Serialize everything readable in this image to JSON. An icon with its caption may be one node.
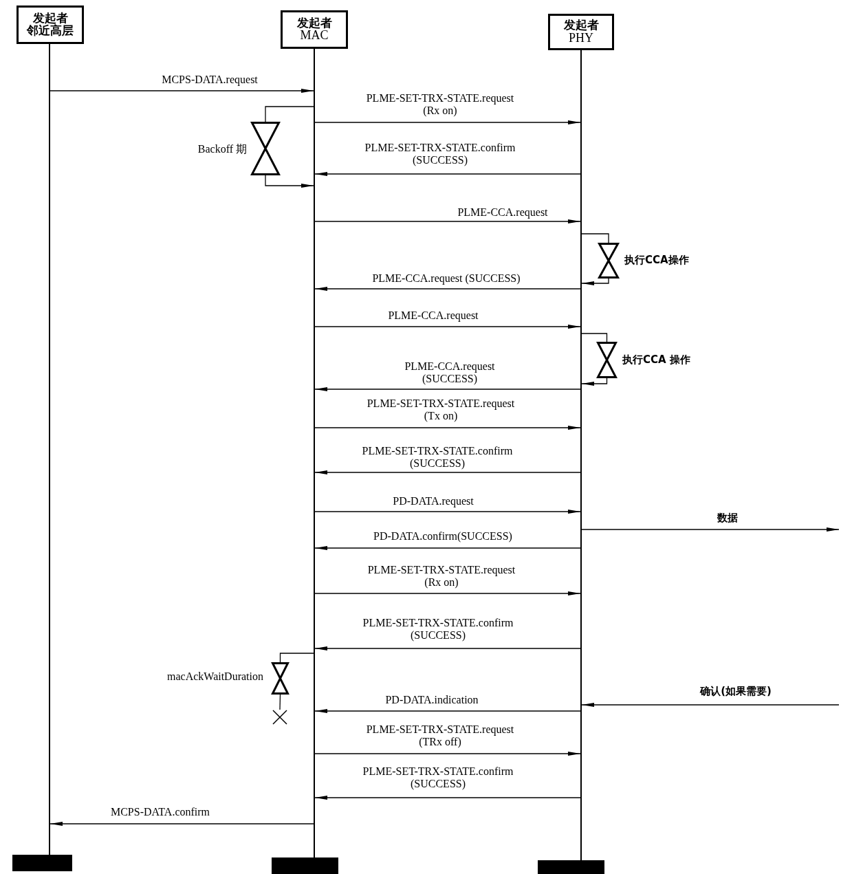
{
  "diagram": {
    "nodes": [
      {
        "text": [
          "发起者",
          "邻近高层"
        ]
      },
      {
        "text": [
          "发起者",
          "MAC"
        ]
      },
      {
        "text": [
          "发起者",
          "PHY"
        ]
      },
      {
        "text": [],
        "shape": "line"
      },
      {
        "text": [],
        "shape": "line"
      },
      {
        "text": [],
        "shape": "line"
      },
      {
        "text": [],
        "shape": "hourglass",
        "beside": [
          "Backoff 期"
        ]
      },
      {
        "text": [],
        "shape": "hourglass",
        "beside": [
          "执行CCA操作"
        ]
      },
      {
        "text": [],
        "shape": "hourglass",
        "beside": [
          "执行CCA 操作"
        ]
      },
      {
        "text": [],
        "shape": "hourglass",
        "beside": [
          "macAckWaitDuration"
        ]
      },
      {
        "text": [],
        "shape": "cross"
      },
      {
        "text": [],
        "shape": "bar"
      },
      {
        "text": [],
        "shape": "bar"
      },
      {
        "text": [],
        "shape": "bar"
      }
    ],
    "edges": [
      {
        "from": 3,
        "to": 4,
        "arrow": "to",
        "label": "MCPS-DATA.request"
      },
      {
        "from": 4,
        "to": 5,
        "arrow": "to",
        "label": "PLME-SET-TRX-STATE.request (Rx on)"
      },
      {
        "from": 5,
        "to": 4,
        "arrow": "to",
        "label": "PLME-SET-TRX-STATE.confirm (SUCCESS)"
      },
      {
        "from": 4,
        "to": 5,
        "arrow": "to",
        "label": "PLME-CCA.request"
      },
      {
        "from": 5,
        "to": 4,
        "arrow": "to",
        "label": "PLME-CCA.request (SUCCESS)"
      },
      {
        "from": 4,
        "to": 5,
        "arrow": "to",
        "label": "PLME-CCA.request"
      },
      {
        "from": 5,
        "to": 4,
        "arrow": "to",
        "label": "PLME-CCA.request (SUCCESS)"
      },
      {
        "from": 4,
        "to": 5,
        "arrow": "to",
        "label": "PLME-SET-TRX-STATE.request (Tx on)"
      },
      {
        "from": 5,
        "to": 4,
        "arrow": "to",
        "label": "PLME-SET-TRX-STATE.confirm (SUCCESS)"
      },
      {
        "from": 4,
        "to": 5,
        "arrow": "to",
        "label": "PD-DATA.request"
      },
      {
        "from": 5,
        "to": 4,
        "arrow": "to",
        "label": "PD-DATA.confirm(SUCCESS)"
      },
      {
        "from": 4,
        "to": 5,
        "arrow": "to",
        "label": "PLME-SET-TRX-STATE.request (Rx on)"
      },
      {
        "from": 5,
        "to": 4,
        "arrow": "to",
        "label": "PLME-SET-TRX-STATE.confirm (SUCCESS)"
      },
      {
        "from": 5,
        "to": 4,
        "arrow": "to",
        "label": "PD-DATA.indication"
      },
      {
        "from": 4,
        "to": 5,
        "arrow": "to",
        "label": "PLME-SET-TRX-STATE.request (TRx off)"
      },
      {
        "from": 5,
        "to": 4,
        "arrow": "to",
        "label": "PLME-SET-TRX-STATE.confirm (SUCCESS)"
      },
      {
        "from": 4,
        "to": 3,
        "arrow": "to",
        "label": "MCPS-DATA.confirm"
      },
      {
        "from": 4,
        "to": 6,
        "arrow": "none"
      },
      {
        "from": 6,
        "to": 4,
        "arrow": "to"
      },
      {
        "from": 5,
        "to": 7,
        "arrow": "none"
      },
      {
        "from": 7,
        "to": 5,
        "arrow": "to"
      },
      {
        "from": 5,
        "to": 8,
        "arrow": "none"
      },
      {
        "from": 8,
        "to": 5,
        "arrow": "to"
      },
      {
        "from": 4,
        "to": 9,
        "arrow": "none"
      },
      {
        "from": 9,
        "to": 10,
        "arrow": "none"
      },
      {
        "from": 5,
        "to": null,
        "arrow": "to",
        "label": "数据"
      },
      {
        "from": null,
        "to": 5,
        "arrow": "to",
        "label": "确认(如果需要)"
      }
    ]
  }
}
